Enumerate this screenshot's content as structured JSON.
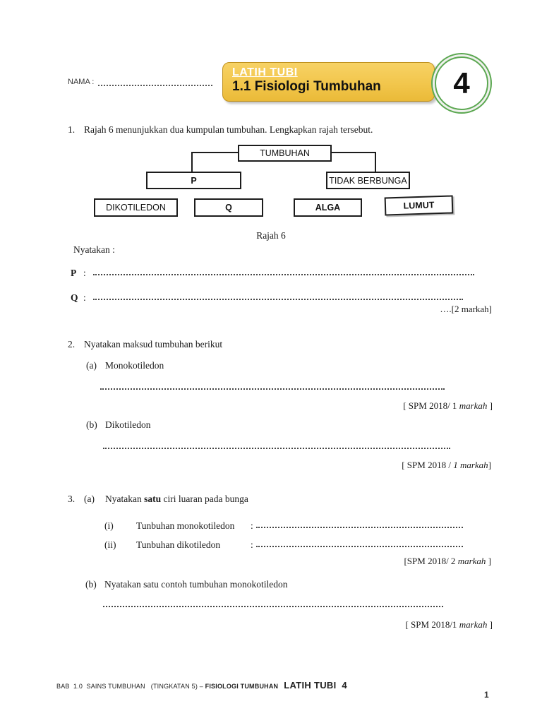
{
  "header": {
    "name_label": "NAMA :",
    "banner": {
      "kicker": "LATIH TUBI",
      "title": "1.1 Fisiologi Tumbuhan",
      "badge_number": "4",
      "colors": {
        "gold": "#F2C64C",
        "gold_border": "#C0921F",
        "green_ring": "#5CA852"
      }
    }
  },
  "q1": {
    "number": "1.",
    "text": "Rajah 6 menunjukkan dua kumpulan tumbuhan. Lengkapkan rajah tersebut.",
    "diagram": {
      "root": "TUMBUHAN",
      "left_child": "P",
      "right_child": "TIDAK BERBUNGA",
      "leaves": [
        "DIKOTILEDON",
        "Q",
        "ALGA",
        "LUMUT"
      ]
    },
    "caption": "Rajah 6",
    "prompt": "Nyatakan :",
    "items": [
      {
        "label": "P",
        "colon": ":"
      },
      {
        "label": "Q",
        "colon": ":"
      }
    ],
    "marks": "….[2 markah]"
  },
  "q2": {
    "number": "2.",
    "text": "Nyatakan maksud tumbuhan berikut",
    "a": {
      "label": "(a)",
      "text": "Monokotiledon",
      "marks_pre": "[ SPM 2018/ 1 ",
      "marks_italic": "markah",
      "marks_post": " ]"
    },
    "b": {
      "label": "(b)",
      "text": "Dikotiledon",
      "marks_pre": "[ SPM 2018 / ",
      "marks_italic": "1 markah",
      "marks_post": "]"
    }
  },
  "q3": {
    "number": "3.",
    "a": {
      "label": "(a)",
      "text_pre": "Nyatakan ",
      "text_bold": "satu",
      "text_post": " ciri luaran pada bunga",
      "items": [
        {
          "label": "(i)",
          "text": "Tunbuhan monokotiledon",
          "colon": ":"
        },
        {
          "label": "(ii)",
          "text": "Tunbuhan dikotiledon",
          "colon": ":"
        }
      ],
      "marks_pre": "[SPM 2018/ 2 ",
      "marks_italic": "markah",
      "marks_post": " ]"
    },
    "b": {
      "label": "(b)",
      "text": "Nyatakan satu contoh tumbuhan monokotiledon",
      "marks_pre": "[ SPM 2018/1 ",
      "marks_italic": "markah",
      "marks_post": " ]"
    }
  },
  "footer": {
    "left_regular": "BAB  1.0  SAINS TUMBUHAN   (TINGKATAN 5) – ",
    "left_bold": "FISIOLOGI TUMBUHAN",
    "right_bold": "LATIH TUBI  4",
    "page_number": "1"
  }
}
